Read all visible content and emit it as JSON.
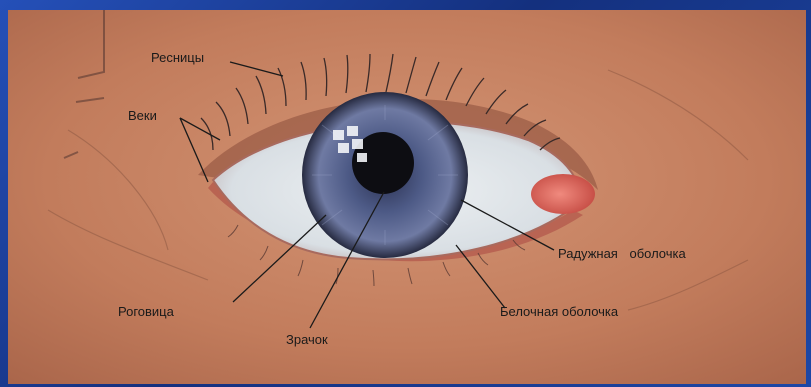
{
  "labels": {
    "eyelashes": "Ресницы",
    "eyelids": "Веки",
    "iris": "Радужная оболочка",
    "cornea": "Роговица",
    "pupil": "Зрачок",
    "sclera": "Белочная оболочка"
  },
  "colors": {
    "frame": "#1d47a6",
    "skin": "#c98566",
    "sclera": "#dfe4e8",
    "iris": "#4a5680",
    "pupil": "#0d0d12",
    "caruncle": "#d9584e",
    "leader_line": "#1a1a1a"
  }
}
